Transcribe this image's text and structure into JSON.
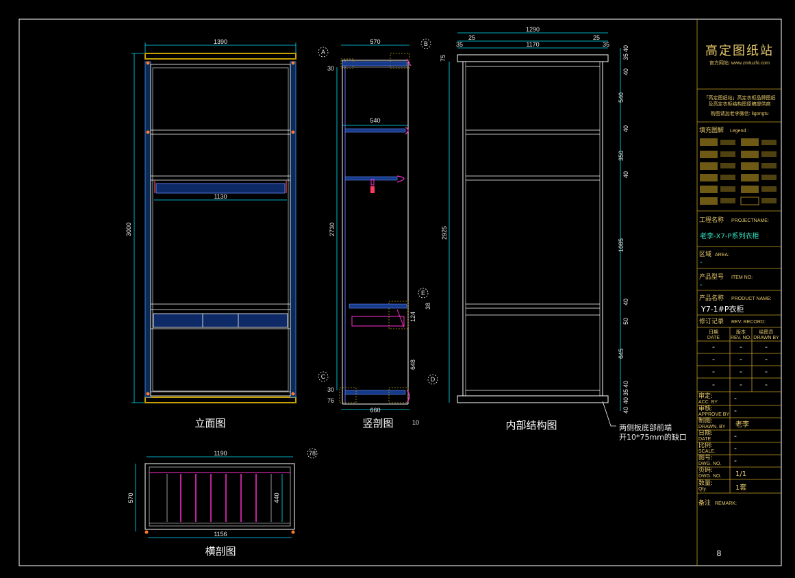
{
  "titles": {
    "elevation": "立面图",
    "section": "竖剖图",
    "structure": "内部结构图",
    "cross": "横剖图"
  },
  "note": {
    "line1": "两侧板底部前端",
    "line2": "开10*75mm的缺口"
  },
  "elevation_dims": {
    "top_width": "1390",
    "height": "3000",
    "inner_width": "1130"
  },
  "section_dims": {
    "top": "570",
    "mid": "540",
    "height": "2730",
    "bottom": "660",
    "gap": "10",
    "top_small": "30",
    "bot_small1": "30",
    "bot_small2": "76",
    "right1": "38",
    "right2": "124",
    "right3": "648",
    "marks": [
      "A",
      "B",
      "C",
      "D",
      "E"
    ],
    "scale_tag": "78"
  },
  "structure_dims": {
    "overall": "1290",
    "left_edge": "25",
    "right_edge": "25",
    "inner": "1170",
    "small_l": "35",
    "small_r": "35",
    "height": "2925",
    "left_top": "75",
    "right_stack": [
      "40",
      "35",
      "40",
      "540",
      "40",
      "350",
      "40",
      "1085",
      "40",
      "50",
      "645",
      "40",
      "35",
      "40",
      "40"
    ]
  },
  "cross_dims": {
    "top": "1190",
    "bottom": "1156",
    "left": "570",
    "right": "440",
    "tag": "78"
  },
  "title_block": {
    "brand": "高定图纸站",
    "website": "官方网站: www.zmtuzhi.com",
    "notice1": "「高定图纸站」高定衣柜品牌图纸",
    "notice2": "及高定衣柜结构图原稿提供商",
    "notice3": "购图请加老李微信: ligongtu",
    "legend_label": "填充图解",
    "legend_sub": "Legend :",
    "project_label": "工程名称",
    "project_sub": "PROJECTNAME:",
    "project_value": "老李-X7-P系列衣柜",
    "area_label": "区域",
    "area_sub": "AREA:",
    "area_value": "-",
    "item_label": "产品型号",
    "item_sub": "ITEM NO:",
    "item_value": "-",
    "product_label": "产品名称",
    "product_sub": "PRODUCT NAME:",
    "product_value": "Y7-1#P衣柜",
    "rev_label": "修订记录",
    "rev_sub": "REV. RECORD:",
    "rev_headers": [
      "日期",
      "版本",
      "绘图员"
    ],
    "rev_headers_en": [
      "DATE",
      "REV. NO.",
      "DRAWN BY"
    ],
    "rev_rows": [
      [
        "-",
        "-",
        "-"
      ],
      [
        "-",
        "-",
        "-"
      ],
      [
        "-",
        "-",
        "-"
      ],
      [
        "-",
        "-",
        "-"
      ]
    ],
    "acc_label": "审定:",
    "acc_sub": "ACC. BY",
    "acc_value": "-",
    "approve_label": "审核:",
    "approve_sub": "APPROVE BY",
    "approve_value": "-",
    "drawn_label": "制图:",
    "drawn_sub": "DRAWN. BY",
    "drawn_value": "老李",
    "date_label": "日期:",
    "date_sub": "DATE",
    "date_value": "-",
    "scale_label": "比例:",
    "scale_sub": "SCALE.",
    "scale_value": "-",
    "dwg_label": "图号:",
    "dwg_sub": "DWG. NO.",
    "dwg_value": "-",
    "page_label": "页码:",
    "page_sub": "DWG. NO.",
    "page_value": "1/1",
    "qty_label": "数量:",
    "qty_sub": "Qty.",
    "qty_value": "1套",
    "remark_label": "备注",
    "remark_sub": "REMARK:",
    "page_number": "8"
  },
  "colors": {
    "frame": "#ffffff",
    "dim": "#00e5ff",
    "wood": "#c8a000",
    "side": "#3a7bd5",
    "accent": "#ff2fd0",
    "title_block": "#c9a227",
    "hatch": "#2aa8ff"
  }
}
